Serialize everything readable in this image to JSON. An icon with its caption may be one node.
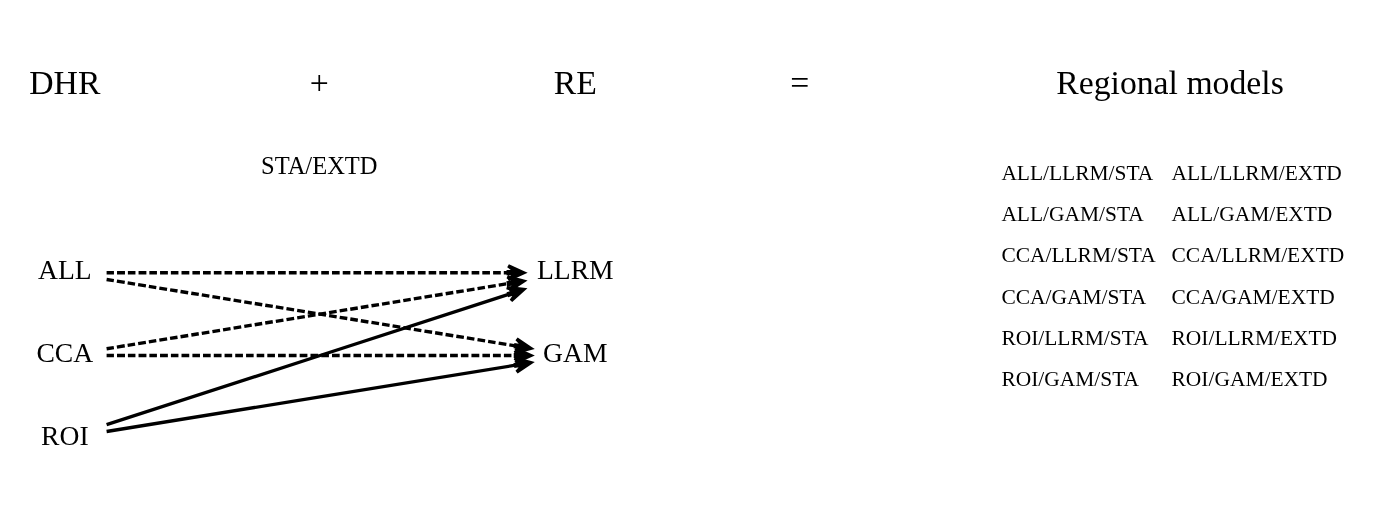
{
  "diagram": {
    "nodes": [
      {
        "text": [
          "ALL"
        ]
      },
      {
        "text": [
          "CCA"
        ]
      },
      {
        "text": [
          "ROI"
        ]
      },
      {
        "text": [
          "LLRM"
        ]
      },
      {
        "text": [
          "GAM"
        ]
      }
    ],
    "edges": [
      {
        "from": 0,
        "to": 3,
        "arrow": "to",
        "style": "dashed"
      },
      {
        "from": 0,
        "to": 4,
        "arrow": "to",
        "style": "dashed"
      },
      {
        "from": 1,
        "to": 3,
        "arrow": "to",
        "style": "dashed"
      },
      {
        "from": 1,
        "to": 4,
        "arrow": "to",
        "style": "dashed"
      },
      {
        "from": 2,
        "to": 3,
        "arrow": "to"
      },
      {
        "from": 2,
        "to": 4,
        "arrow": "to"
      }
    ],
    "labels": [
      "DHR",
      "+",
      "RE",
      "=",
      "Regional models",
      "STA/EXTD",
      "ALL/LLRM/STA",
      "ALL/LLRM/EXTD",
      "ALL/GAM/STA",
      "ALL/GAM/EXTD",
      "CCA/LLRM/STA",
      "CCA/LLRM/EXTD",
      "CCA/GAM/STA",
      "CCA/GAM/EXTD",
      "ROI/LLRM/STA",
      "ROI/LLRM/EXTD",
      "ROI/GAM/STA",
      "ROI/GAM/EXTD"
    ]
  }
}
